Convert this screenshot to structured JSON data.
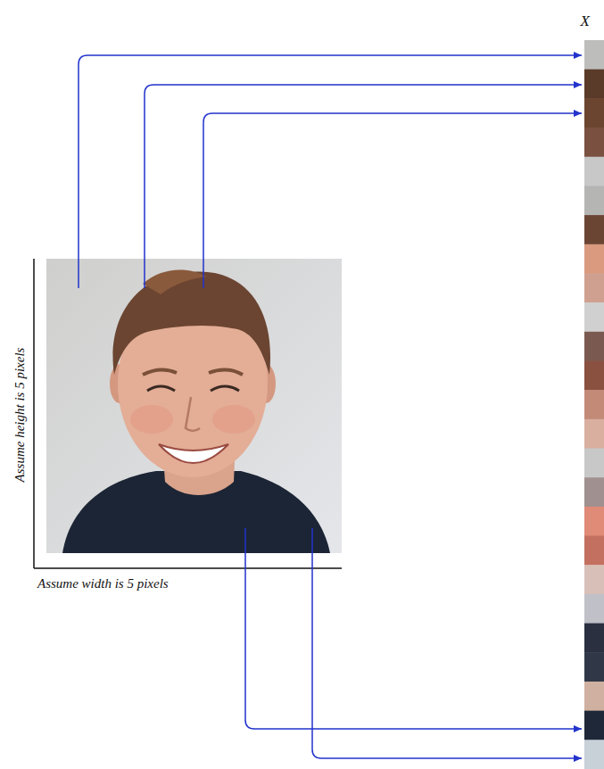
{
  "diagram": {
    "labels": [
      "Assume height is 5 pixels",
      "Assume width is 5 pixels",
      "X⃗"
    ]
  }
}
